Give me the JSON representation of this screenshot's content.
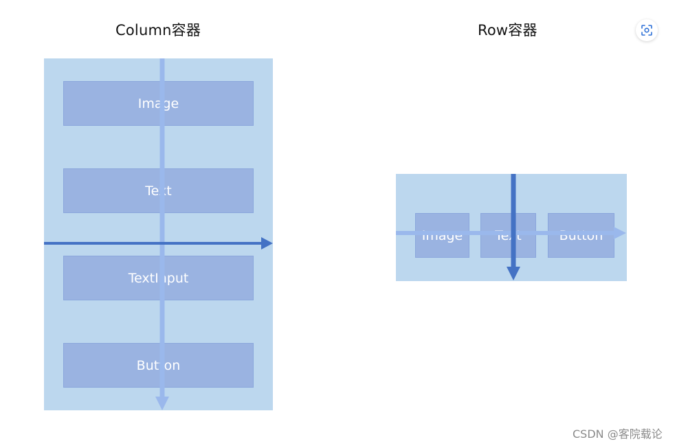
{
  "column_diagram": {
    "title": "Column容器",
    "items": [
      "Image",
      "Text",
      "TextInput",
      "Button"
    ]
  },
  "row_diagram": {
    "title": "Row容器",
    "items": [
      "Image",
      "Text",
      "Button"
    ]
  },
  "toolbar": {
    "scan_icon": "scan-icon"
  },
  "watermark": "CSDN @客院载论",
  "colors": {
    "container_fill": "#bcd7ee",
    "item_fill": "#9ab3e1",
    "main_axis_arrow": "#9ab8ec",
    "cross_axis_arrow": "#4472c4"
  }
}
